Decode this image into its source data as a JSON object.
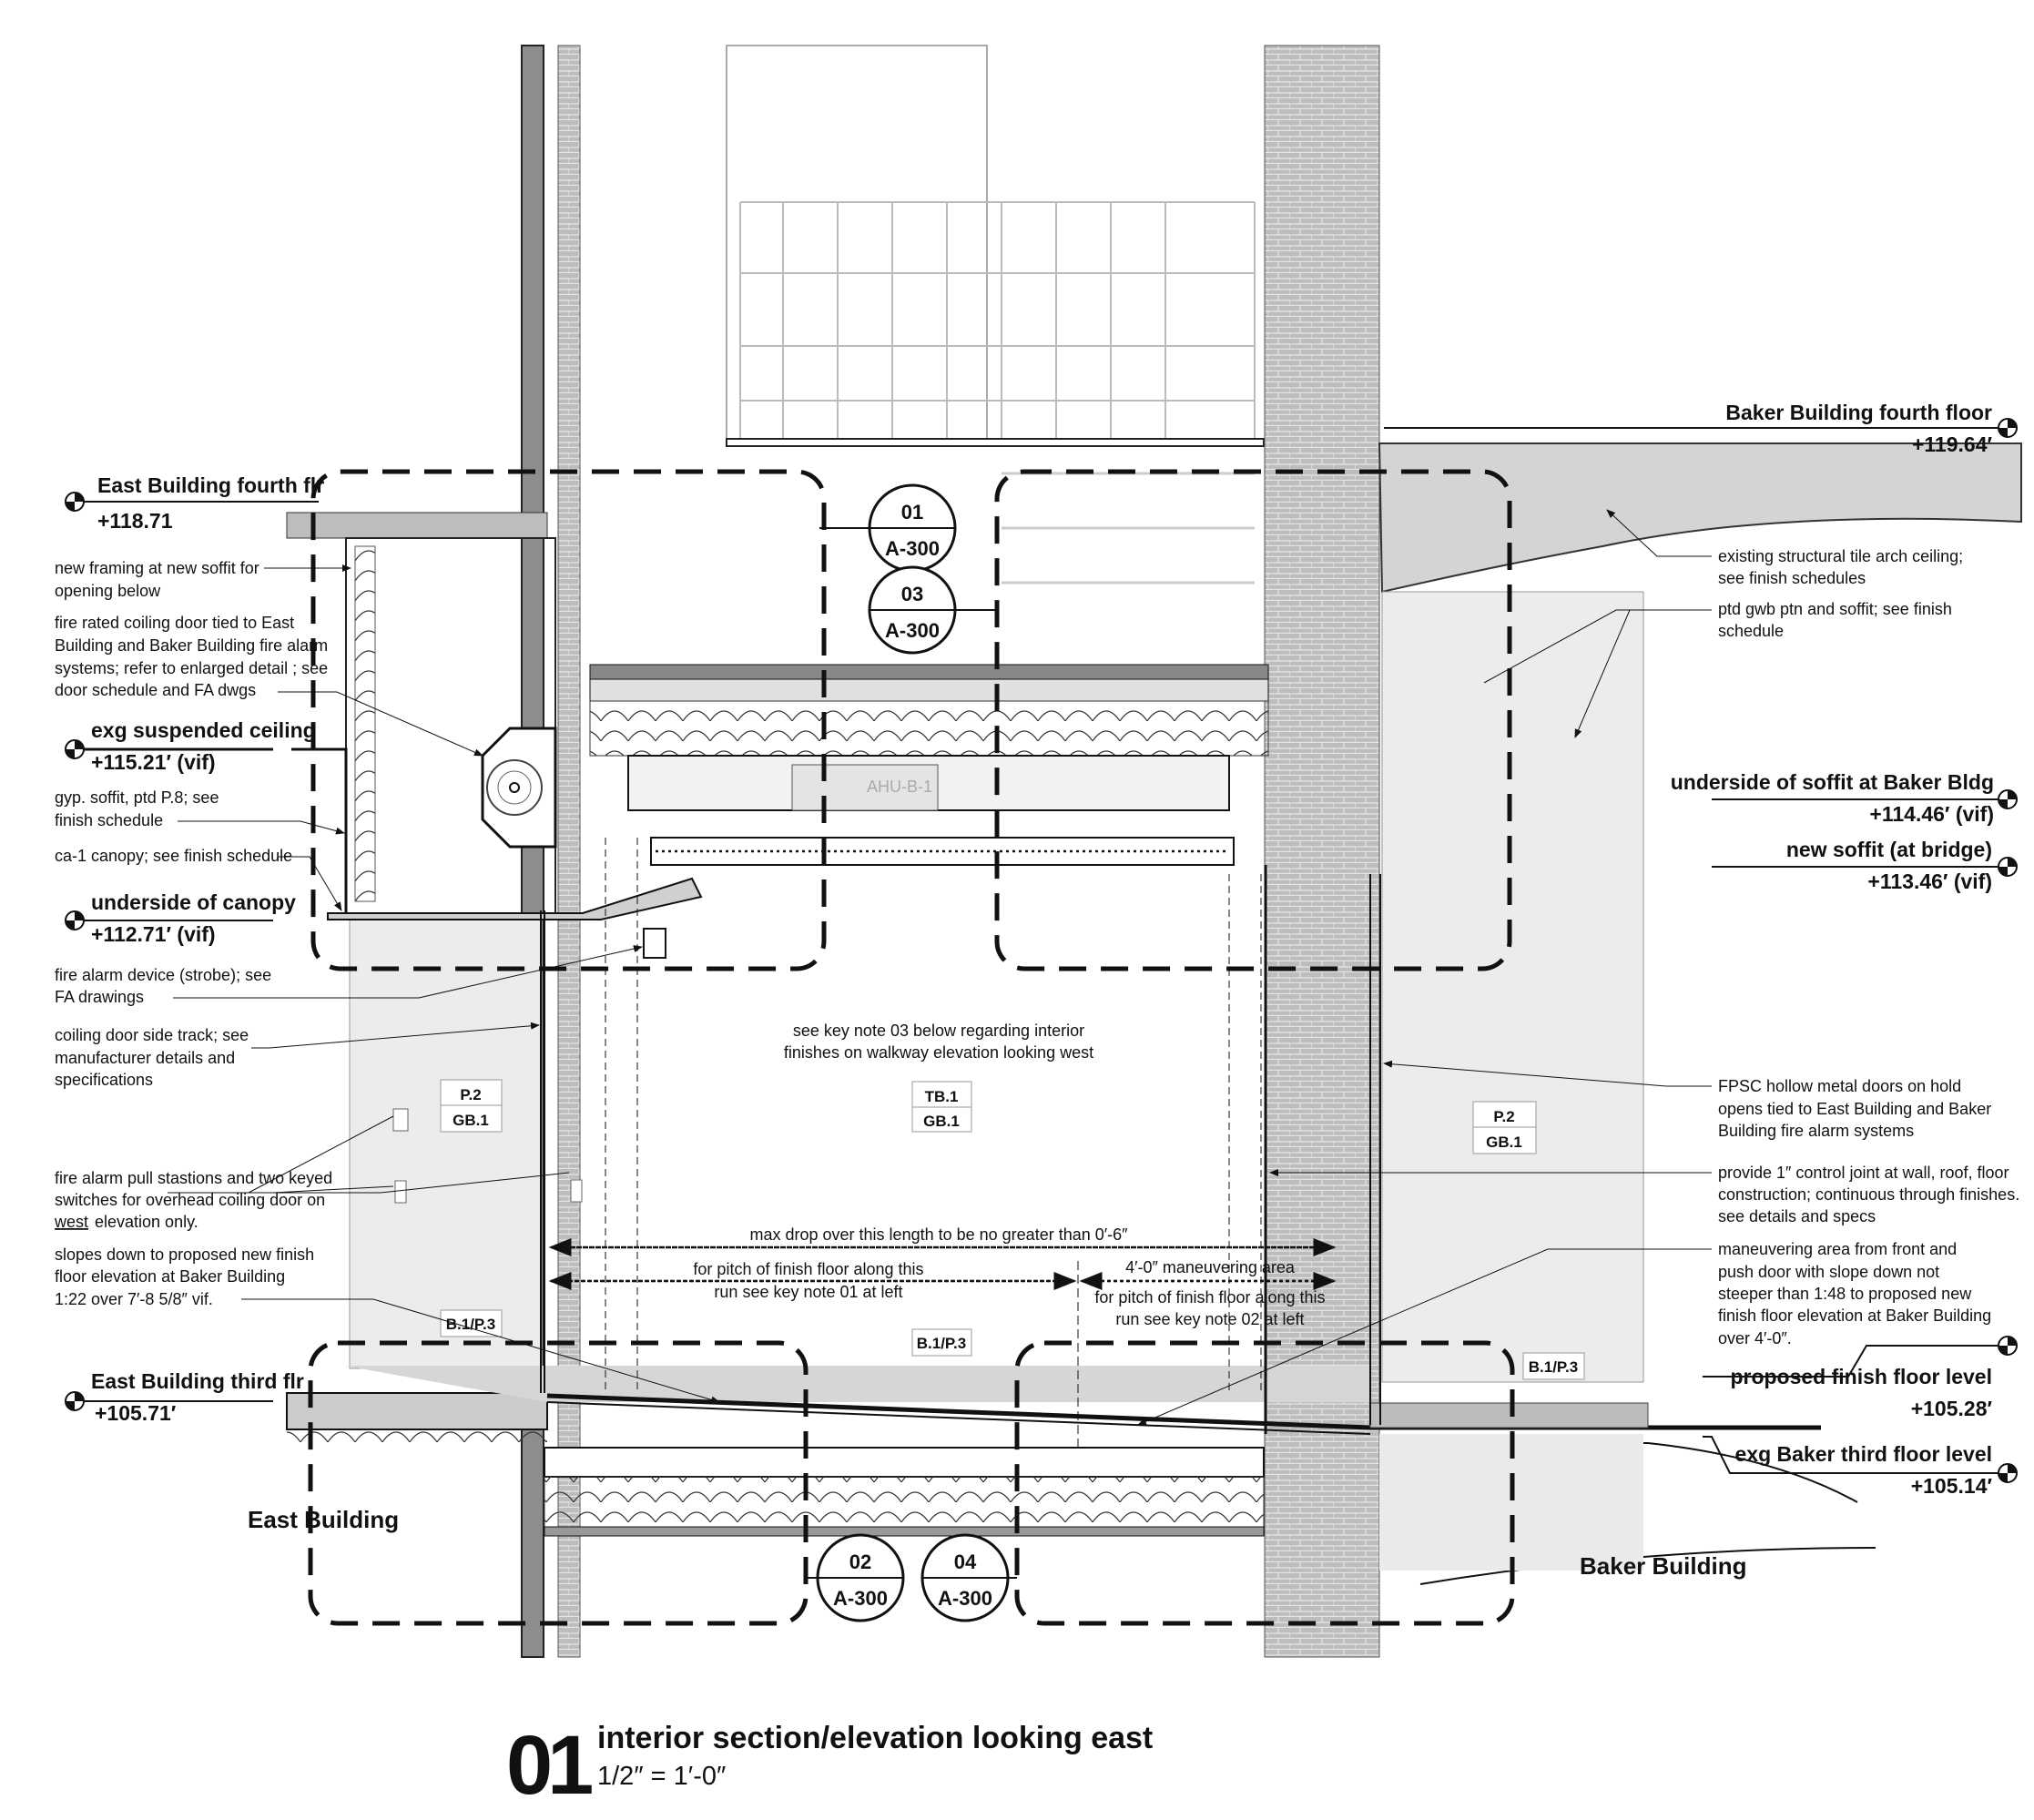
{
  "levels": {
    "east_fourth": {
      "label": "East  Building fourth flr",
      "elev": "+118.71"
    },
    "exg_ceiling": {
      "label": "exg suspended ceiling",
      "elev": "+115.21′ (vif)"
    },
    "canopy": {
      "label": "underside of canopy",
      "elev": "+112.71′ (vif)"
    },
    "east_third": {
      "label": "East Building third flr",
      "elev": "+105.71′"
    },
    "baker_fourth": {
      "label": "Baker Building fourth floor",
      "elev": "+119.64′"
    },
    "baker_soffit": {
      "label": "underside of soffit at Baker Bldg",
      "elev": "+114.46′ (vif)"
    },
    "new_soffit": {
      "label": "new soffit (at bridge)",
      "elev": "+113.46′ (vif)"
    },
    "proposed_ff": {
      "label": "proposed finish floor level",
      "elev": "+105.28′"
    },
    "baker_third": {
      "label": "exg Baker third floor level",
      "elev": "+105.14′"
    }
  },
  "left_notes": {
    "framing": [
      "new framing at new soffit for",
      "opening below"
    ],
    "coiling_door": [
      "fire rated coiling door tied to East",
      "Building and Baker Building fire alarm",
      "systems;  refer to enlarged detail ; see",
      "door schedule and FA dwgs"
    ],
    "gyp": [
      "gyp. soffit, ptd P.8; see",
      "finish schedule"
    ],
    "canopy": [
      "ca-1 canopy; see finish schedule"
    ],
    "strobe": [
      "fire alarm device (strobe); see",
      "FA drawings"
    ],
    "track": [
      "coiling door side track; see",
      "manufacturer details and",
      "specifications"
    ],
    "pull": [
      "fire alarm pull stastions and two keyed",
      "switches for overhead coiling door on",
      "west",
      " elevation only."
    ],
    "slopes": [
      "slopes down to proposed new finish",
      "floor elevation at Baker Building",
      "1:22 over 7′-8 5/8″ vif."
    ]
  },
  "right_notes": {
    "tile_arch": [
      "existing structural tile arch ceiling;",
      "see finish schedules"
    ],
    "gwb": [
      "ptd gwb ptn and soffit; see finish",
      "schedule"
    ],
    "fpsc": [
      "FPSC hollow metal doors on hold",
      "opens tied to East Building and Baker",
      "Building fire alarm systems"
    ],
    "joint": [
      "provide 1″ control joint at wall, roof, floor",
      "construction; continuous through finishes.",
      "see details and specs"
    ],
    "maneuver": [
      "maneuvering area from front and",
      "push door with slope down not",
      "steeper than 1:48 to proposed new",
      "finish floor elevation at Baker Building",
      "over 4′-0″."
    ]
  },
  "center_notes": {
    "key03": [
      "see key note 03 below regarding interior",
      "finishes on walkway elevation looking west"
    ],
    "max_drop": "max drop over this length to be no greater than 0′-6″",
    "pitch01": [
      "for pitch of finish floor along this",
      "run see key note 01 at left"
    ],
    "maneuver_dim": "4′-0″ maneuvering area",
    "pitch02": [
      "for pitch of finish floor along this",
      "run see key note 02 at left"
    ]
  },
  "finish_tags": {
    "left_wall": [
      "P.2",
      "GB.1"
    ],
    "center_wall": [
      "TB.1",
      "GB.1"
    ],
    "right_wall": [
      "P.2",
      "GB.1"
    ],
    "base_left": "B.1/P.3",
    "base_center": "B.1/P.3",
    "base_right": "B.1/P.3"
  },
  "equipment_label": "AHU-B-1",
  "detail_bubbles": [
    {
      "num": "01",
      "sheet": "A-300"
    },
    {
      "num": "03",
      "sheet": "A-300"
    },
    {
      "num": "02",
      "sheet": "A-300"
    },
    {
      "num": "04",
      "sheet": "A-300"
    }
  ],
  "building_labels": {
    "east": "East Building",
    "baker": "Baker Building"
  },
  "title_block": {
    "number": "01",
    "title": "interior section/elevation looking east",
    "scale": "1/2″ = 1′-0″"
  }
}
